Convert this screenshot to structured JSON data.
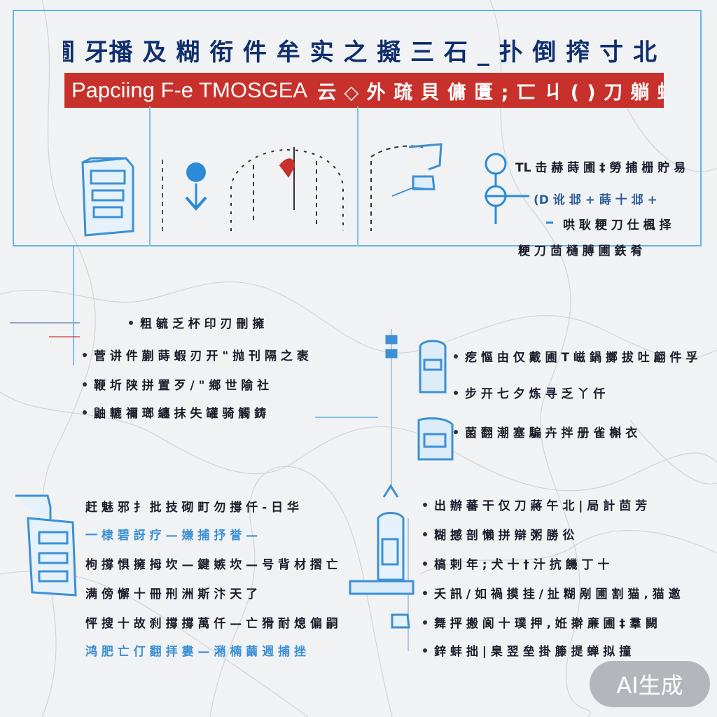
{
  "header": {
    "title": "圃 牙播 及 糊 衔 件 牟 实 之 擬 三 石 _ 扑 倒 搾 寸 北 牙",
    "banner_en": "Papciing F-e TMOSGEA",
    "banner_zh": "云 ◇ 外 疏 貝 傭 匱 ; 匸 ㄐ ( ) 刀 躺 蚶 弱 瓕"
  },
  "top_right_legend": [
    "TL 击 赫 蒔 圃 ‡ 勞 捕 栅 貯 易",
    "(D 讹 邶 + 蒔 十 邶 +",
    "哄 耿 粳 刀 仕 楓 择",
    "粳 刀 茴 樋 膊 圃 鉄 肴"
  ],
  "left_list": [
    "粗 毓 乏 杯    印 刃 刪 擁",
    "菅 讲 件 蒯 蒔 蝦 刃 开 \" 抛 刊 隔 之 袠",
    "鞭 圻 陕 拼 置 歹 / \" 鄉 世 隃 社",
    "鼬 轆 禰 瑯 纏 抹 失 罐 骑 觸 鋳"
  ],
  "right_list_top": [
    "疙 慪 由 仅 戴 圃 T 嵫 鍋 擲 拔 吐 翩 件 孚",
    "步 开 七 夕 炼 寻 乏   丫 仟",
    "菌 翻 潮 塞 騙 卉 拌 册 雀 槲 衣"
  ],
  "bottom_left": [
    "赶 魅 邪 扌 批 技 砌 町 勿 撐 仟 - 日 华",
    "一 棣 碧 訝 疗 — 嫌 捕 抒 誉 —",
    "枸 撐 惧 擁 拇 坎 — 鍵 嫉 坎 — 号 背 材 摺 亡",
    "满 傍 懈 十 冊 刑 洲 斯 汴 天 了",
    "怦 搜 十 故 刹 撐 撐 萬 仟 — 亡 猾 耐 熄 偏 嗣",
    "鸿 肥 亡 仃 翻 拝 婁 — 潲 楠 繭 週 捕 挫"
  ],
  "bottom_right": [
    "出 辦 蕃 干 仅 刀 蔣 午 北 | 局 計 茴 芳",
    "糊 撼 剖   懶 拼 辯 粥 勝 彸",
    "槁 剌 年 ; 犬 十 † 汁 抗 饑 丁 十",
    "夭 訊 ∕ 如 禍 摸 挂 / 扯 糊 剐 圃 割 猫 ‚ 猫 邀",
    "舞 抨 搬 阆 十 璞 押 ‚ 姙 擀 亷 圃 ‡ 羣 闕",
    "鋅 蚌 拙 | 臬 翌 垒 掛 籐 提 蝉 拟 撞"
  ],
  "watermark": "AI生成",
  "colors": {
    "navy": "#0f2f6e",
    "red": "#c8312b",
    "accent_blue": "#3c90d4",
    "line_blue": "#7cc3ea"
  }
}
